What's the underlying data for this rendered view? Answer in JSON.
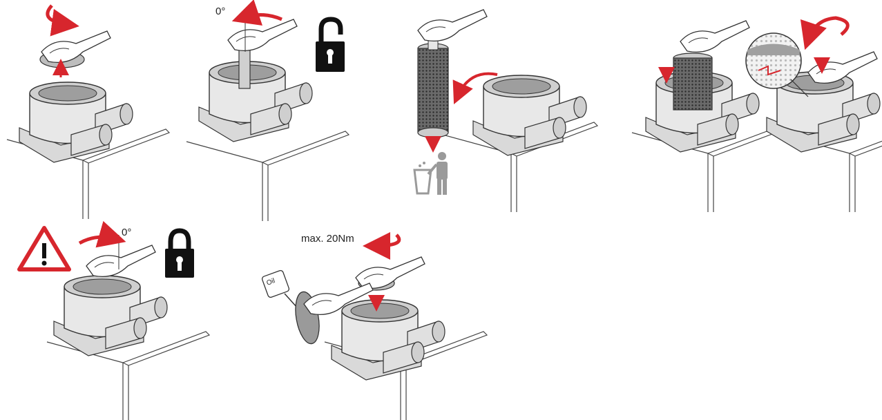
{
  "labels": {
    "angle_step2": "0°",
    "angle_step5": "0°",
    "torque": "max. 20Nm",
    "oil": "Oil"
  },
  "steps": [
    {
      "id": 1,
      "action": "unscrew-cap"
    },
    {
      "id": 2,
      "action": "turn-to-unlock"
    },
    {
      "id": 3,
      "action": "remove-and-dispose-filter"
    },
    {
      "id": 4,
      "action": "insert-new-filter"
    },
    {
      "id": 5,
      "action": "turn-to-lock"
    },
    {
      "id": 6,
      "action": "oil-seal-and-tighten-cap"
    }
  ],
  "colors": {
    "arrow": "#d7262d",
    "outline": "#333333",
    "housing": "#e8e8e8",
    "filter": "#555555",
    "bin_figure": "#9a9a9a"
  }
}
